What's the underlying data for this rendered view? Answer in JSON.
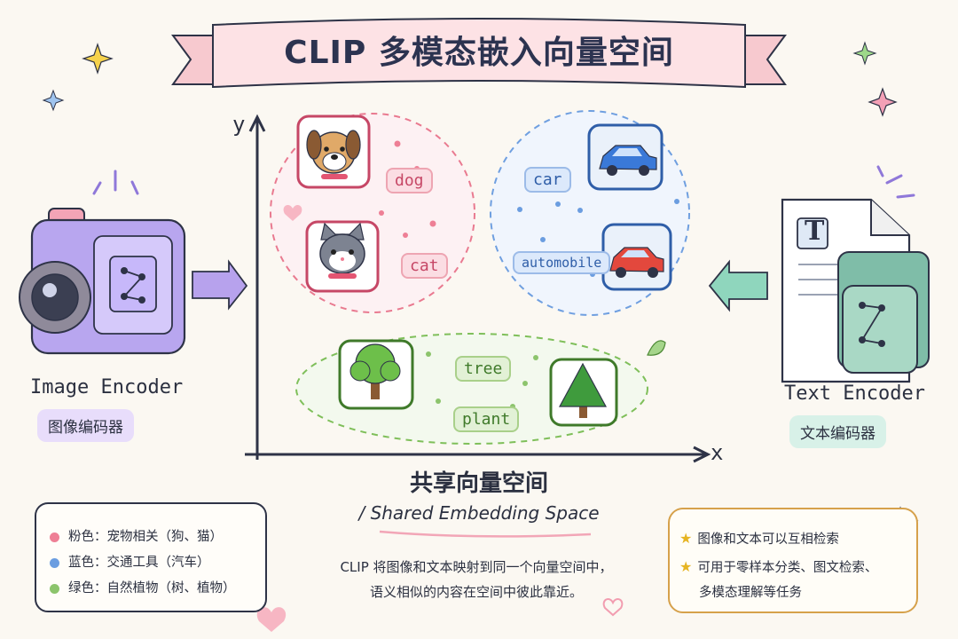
{
  "title": "CLIP 多模态嵌入向量空间",
  "axis": {
    "x": "x",
    "y": "y"
  },
  "left_encoder": {
    "name": "Image Encoder",
    "name_zh": "图像编码器"
  },
  "right_encoder": {
    "name": "Text Encoder",
    "name_zh": "文本编码器",
    "doc_letter": "T"
  },
  "clusters": {
    "pet": {
      "labels": [
        "dog",
        "cat"
      ],
      "color": "#e97a90"
    },
    "vehicle": {
      "labels": [
        "car",
        "automobile"
      ],
      "color": "#6f9fe0"
    },
    "plant": {
      "labels": [
        "tree",
        "plant"
      ],
      "color": "#7fbf5a"
    }
  },
  "space": {
    "title_zh": "共享向量空间",
    "title_en": "/ Shared Embedding Space"
  },
  "legend": [
    {
      "text": "粉色：宠物相关（狗、猫）",
      "color": "#ee7f95",
      "icon": "pink-dot"
    },
    {
      "text": "蓝色：交通工具（汽车）",
      "color": "#6b9de0",
      "icon": "blue-dot"
    },
    {
      "text": "绿色：自然植物（树、植物）",
      "color": "#8cc46c",
      "icon": "green-dot"
    }
  ],
  "description": [
    "CLIP 将图像和文本映射到同一个向量空间中，",
    "语义相似的内容在空间中彼此靠近。"
  ],
  "notes": [
    "图像和文本可以互相检索",
    "可用于零样本分类、图文检索、",
    "多模态理解等任务"
  ]
}
